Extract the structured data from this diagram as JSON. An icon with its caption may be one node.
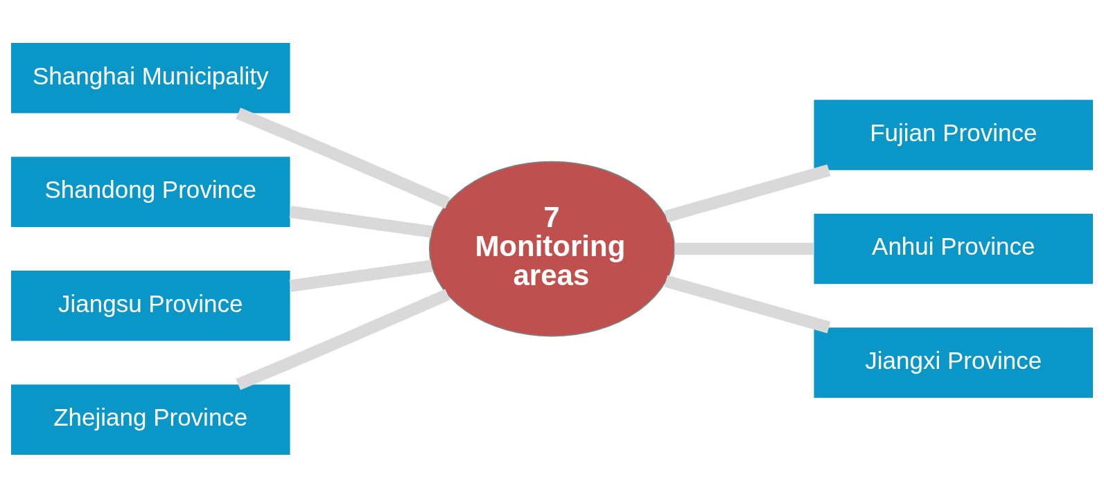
{
  "diagram": {
    "nodes": [
      {
        "text": [
          "7 Monitoring areas"
        ]
      },
      {
        "text": [
          "Shanghai Municipality"
        ]
      },
      {
        "text": [
          "Shandong Province"
        ]
      },
      {
        "text": [
          "Jiangsu Province"
        ]
      },
      {
        "text": [
          "Zhejiang Province"
        ]
      },
      {
        "text": [
          "Fujian Province"
        ]
      },
      {
        "text": [
          "Anhui Province"
        ]
      },
      {
        "text": [
          "Jiangxi Province"
        ]
      }
    ],
    "edges": [
      {
        "from": 1,
        "to": 0,
        "arrow": "none"
      },
      {
        "from": 2,
        "to": 0,
        "arrow": "none"
      },
      {
        "from": 3,
        "to": 0,
        "arrow": "none"
      },
      {
        "from": 4,
        "to": 0,
        "arrow": "none"
      },
      {
        "from": 0,
        "to": 5,
        "arrow": "none"
      },
      {
        "from": 0,
        "to": 6,
        "arrow": "none"
      },
      {
        "from": 0,
        "to": 7,
        "arrow": "none"
      }
    ]
  }
}
